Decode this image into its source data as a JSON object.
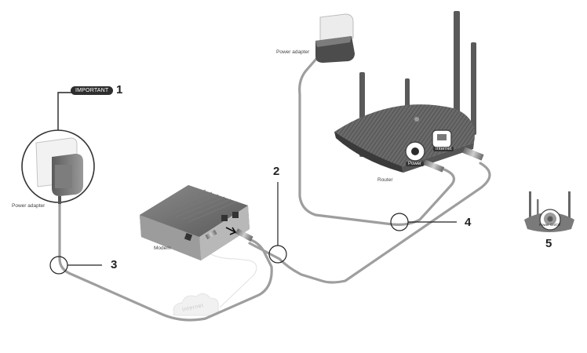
{
  "labels": {
    "important": "IMPORTANT",
    "power_adapter_left": "Power adapter",
    "power_adapter_top": "Power adapter",
    "modem": "Modem",
    "router": "Router",
    "power_port": "Power",
    "internet_port": "Internet",
    "cloud": "Internet",
    "power_onoff": "Power On/Off"
  },
  "steps": [
    "1",
    "2",
    "3",
    "4",
    "5"
  ],
  "colors": {
    "cable": "#9a9a9a",
    "device_dark": "#4a4a4a",
    "device_mid": "#7a7a7a",
    "device_light": "#b8b8b8",
    "badge": "#2e2e2e"
  }
}
